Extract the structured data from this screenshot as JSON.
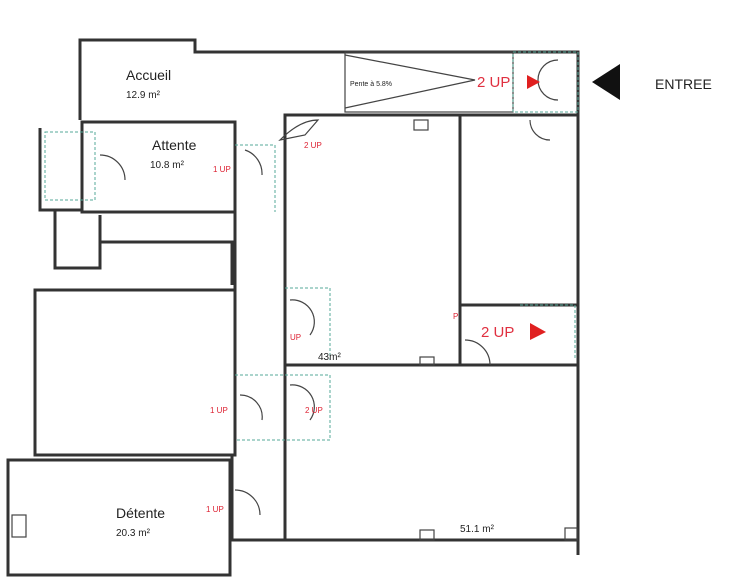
{
  "rooms": {
    "accueil": {
      "name": "Accueil",
      "area": "12.9 m²"
    },
    "attente": {
      "name": "Attente",
      "area": "10.8 m²"
    },
    "detente": {
      "name": "Détente",
      "area": "20.3 m²"
    },
    "central": {
      "area": "43m²"
    },
    "bottom": {
      "area": "51.1 m²"
    }
  },
  "ramp": {
    "label": "Pente à 5.8%",
    "up": "2 UP"
  },
  "entrance": {
    "label": "ENTREE"
  },
  "steps": {
    "attente_door": "1 UP",
    "central_top": "2 UP",
    "central_side": "UP",
    "right_door": "2 UP",
    "right_p": "P",
    "corridor_left": "1 UP",
    "corridor_right": "2 UP",
    "detente_door": "1 UP"
  },
  "colors": {
    "wall": "#333333",
    "step_label": "#dd2233",
    "arrow": "#e02020",
    "entrance_arrow": "#111111"
  }
}
